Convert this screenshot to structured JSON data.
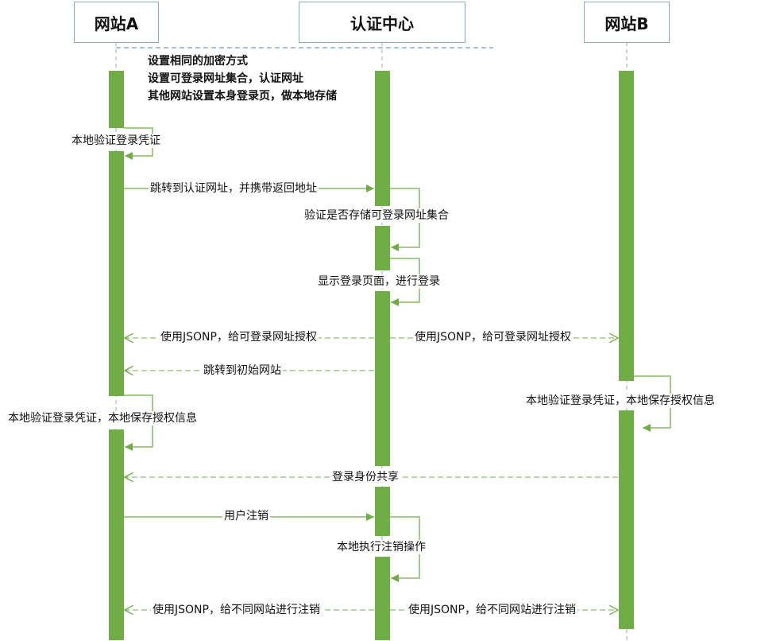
{
  "lifelines": [
    {
      "id": "a",
      "title": "网站A"
    },
    {
      "id": "center",
      "title": "认证中心"
    },
    {
      "id": "b",
      "title": "网站B"
    }
  ],
  "note": {
    "lines": [
      "设置相同的加密方式",
      "设置可登录网址集合，认证网址",
      "其他网站设置本身登录页，做本地存储"
    ]
  },
  "messages": [
    {
      "id": "m1",
      "label": "本地验证登录凭证"
    },
    {
      "id": "m2",
      "label": "跳转到认证网址，并携带返回地址"
    },
    {
      "id": "m3",
      "label": "验证是否存储可登录网址集合"
    },
    {
      "id": "m4",
      "label": "显示登录页面，进行登录"
    },
    {
      "id": "m5",
      "label": "使用JSONP，给可登录网址授权"
    },
    {
      "id": "m6",
      "label": "使用JSONP，给可登录网址授权"
    },
    {
      "id": "m7",
      "label": "跳转到初始网站"
    },
    {
      "id": "m8",
      "label": "本地验证登录凭证，本地保存授权信息"
    },
    {
      "id": "m9",
      "label": "本地验证登录凭证，本地保存授权信息"
    },
    {
      "id": "m10",
      "label": "登录身份共享"
    },
    {
      "id": "m11",
      "label": "用户注销"
    },
    {
      "id": "m12",
      "label": "本地执行注销操作"
    },
    {
      "id": "m13",
      "label": "使用JSONP，给不同网站进行注销"
    },
    {
      "id": "m14",
      "label": "使用JSONP，给不同网站进行注销"
    }
  ],
  "colors": {
    "activation": "#70ad47",
    "box_border": "#8fa9c7",
    "lifeline": "#8fa9c7"
  }
}
